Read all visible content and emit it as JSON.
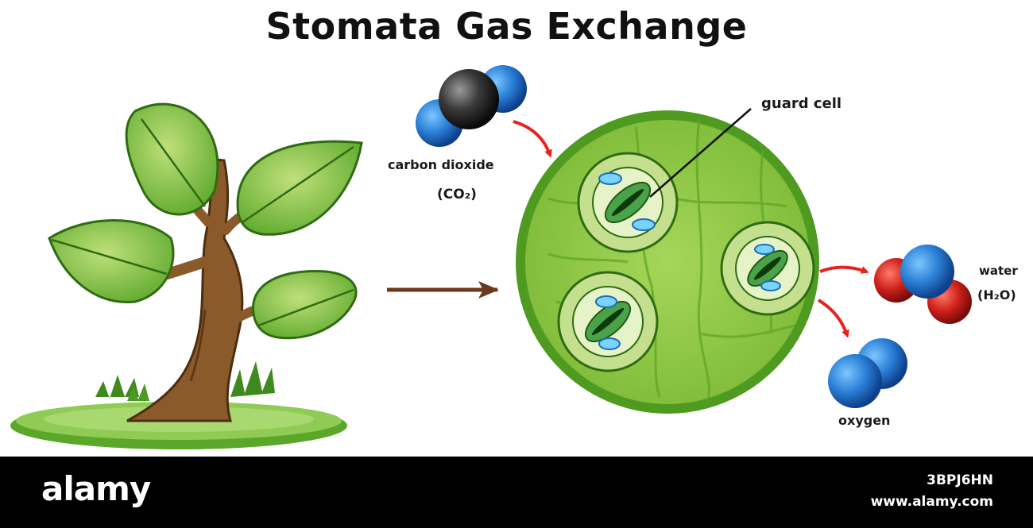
{
  "title": "Stomata Gas Exchange",
  "labels": {
    "carbon_dioxide": "carbon dioxide",
    "carbon_dioxide_formula": "(CO₂)",
    "guard_cell": "guard cell",
    "water": "water",
    "water_formula": "(H₂O)",
    "oxygen": "oxygen"
  },
  "watermark": {
    "brand": "alamy",
    "image_id": "3BPJ6HN",
    "site": "www.alamy.com"
  },
  "colors": {
    "leaf_green": "#5aa72a",
    "cell_green": "#8bc53f",
    "trunk_brown": "#8b5a2b",
    "carbon_atom": "#3a3a3a",
    "oxygen_atom_blue": "#2a7fd6",
    "hydrogen_atom_red": "#d0221c",
    "arrow_red": "#e8231f",
    "arrow_brown": "#6b3a1e"
  }
}
